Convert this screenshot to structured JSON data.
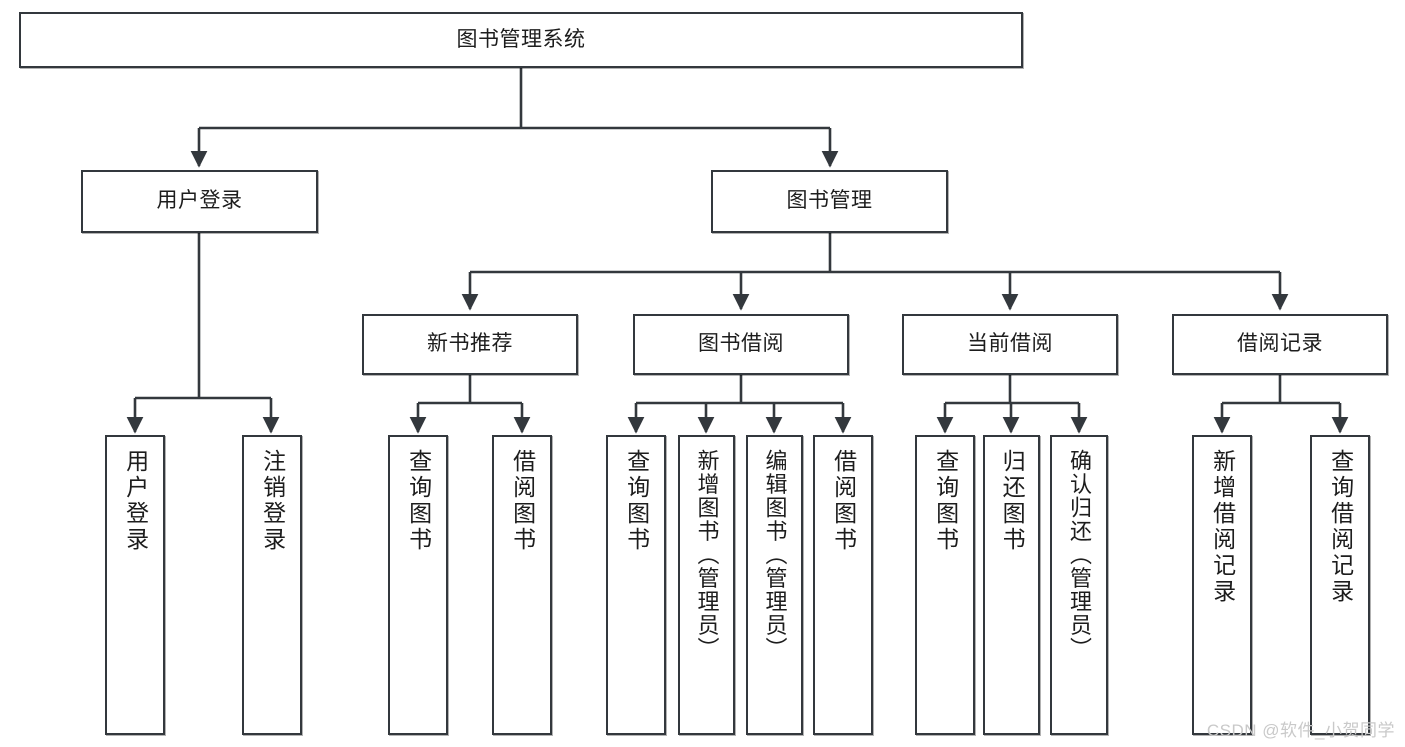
{
  "diagram": {
    "type": "tree-hierarchy",
    "title": "图书管理系统",
    "watermark": "CSDN @软件_小贺同学",
    "colors": {
      "box_border": "#33383d",
      "box_fill": "#ffffff",
      "edge": "#33383d",
      "text": "#1d1d1d",
      "watermark": "#c9c9c9"
    },
    "nodes": {
      "root": {
        "label": "图书管理系统",
        "level": 1,
        "orientation": "horizontal"
      },
      "n_user_login": {
        "label": "用户登录",
        "level": 2,
        "orientation": "horizontal"
      },
      "n_book_mgmt": {
        "label": "图书管理",
        "level": 2,
        "orientation": "horizontal"
      },
      "n_new_book_rec": {
        "label": "新书推荐",
        "level": 3,
        "orientation": "horizontal"
      },
      "n_book_borrow": {
        "label": "图书借阅",
        "level": 3,
        "orientation": "horizontal"
      },
      "n_current_borrow": {
        "label": "当前借阅",
        "level": 3,
        "orientation": "horizontal"
      },
      "n_borrow_record": {
        "label": "借阅记录",
        "level": 3,
        "orientation": "horizontal"
      },
      "l_user_login": {
        "label": "用户登录",
        "level": 4,
        "orientation": "vertical"
      },
      "l_user_logout": {
        "label": "注销登录",
        "level": 4,
        "orientation": "vertical"
      },
      "l_query_book_1": {
        "label": "查询图书",
        "level": 4,
        "orientation": "vertical"
      },
      "l_borrow_book_1": {
        "label": "借阅图书",
        "level": 4,
        "orientation": "vertical"
      },
      "l_query_book_2": {
        "label": "查询图书",
        "level": 4,
        "orientation": "vertical"
      },
      "l_add_book": {
        "label": "新增图书（管理员）",
        "level": 4,
        "orientation": "vertical"
      },
      "l_edit_book": {
        "label": "编辑图书（管理员）",
        "level": 4,
        "orientation": "vertical"
      },
      "l_borrow_book_2": {
        "label": "借阅图书",
        "level": 4,
        "orientation": "vertical"
      },
      "l_query_book_3": {
        "label": "查询图书",
        "level": 4,
        "orientation": "vertical"
      },
      "l_return_book": {
        "label": "归还图书",
        "level": 4,
        "orientation": "vertical"
      },
      "l_confirm_return": {
        "label": "确认归还（管理员）",
        "level": 4,
        "orientation": "vertical"
      },
      "l_add_record": {
        "label": "新增借阅记录",
        "level": 4,
        "orientation": "vertical"
      },
      "l_query_record": {
        "label": "查询借阅记录",
        "level": 4,
        "orientation": "vertical"
      }
    },
    "edges": [
      {
        "from": "root",
        "to": "n_user_login"
      },
      {
        "from": "root",
        "to": "n_book_mgmt"
      },
      {
        "from": "n_user_login",
        "to": "l_user_login"
      },
      {
        "from": "n_user_login",
        "to": "l_user_logout"
      },
      {
        "from": "n_book_mgmt",
        "to": "n_new_book_rec"
      },
      {
        "from": "n_book_mgmt",
        "to": "n_book_borrow"
      },
      {
        "from": "n_book_mgmt",
        "to": "n_current_borrow"
      },
      {
        "from": "n_book_mgmt",
        "to": "n_borrow_record"
      },
      {
        "from": "n_new_book_rec",
        "to": "l_query_book_1"
      },
      {
        "from": "n_new_book_rec",
        "to": "l_borrow_book_1"
      },
      {
        "from": "n_book_borrow",
        "to": "l_query_book_2"
      },
      {
        "from": "n_book_borrow",
        "to": "l_add_book"
      },
      {
        "from": "n_book_borrow",
        "to": "l_edit_book"
      },
      {
        "from": "n_book_borrow",
        "to": "l_borrow_book_2"
      },
      {
        "from": "n_current_borrow",
        "to": "l_query_book_3"
      },
      {
        "from": "n_current_borrow",
        "to": "l_return_book"
      },
      {
        "from": "n_current_borrow",
        "to": "l_confirm_return"
      },
      {
        "from": "n_borrow_record",
        "to": "l_add_record"
      },
      {
        "from": "n_borrow_record",
        "to": "l_query_record"
      }
    ]
  }
}
